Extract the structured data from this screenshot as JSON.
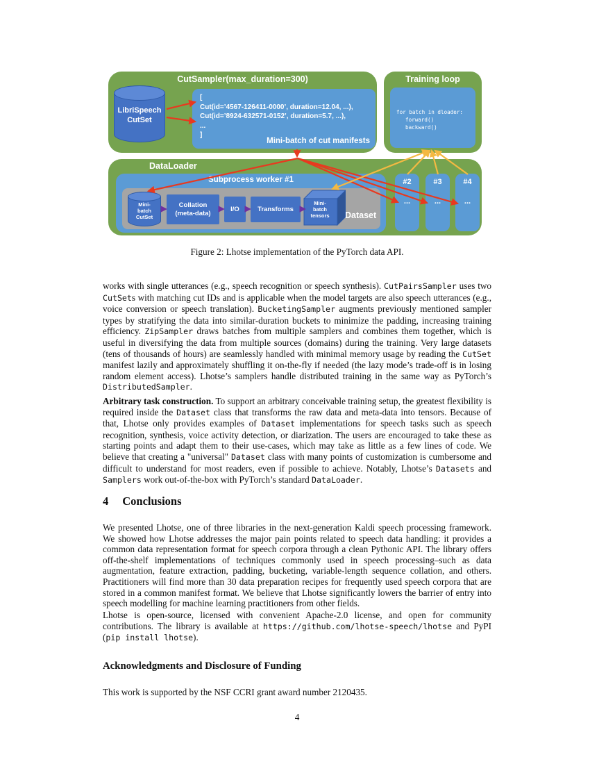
{
  "figure": {
    "caption": "Figure 2: Lhotse implementation of the PyTorch data API.",
    "colors": {
      "green": "#76a34f",
      "panel_blue": "#5b9bd5",
      "box_blue": "#4472c4",
      "gray": "#a5a5a5",
      "arrow_red": "#e8391f",
      "arrow_yellow": "#f4b942",
      "arrow_purple": "#7030a0"
    },
    "cutsampler": {
      "title": "CutSampler(max_duration=300)",
      "cylinder": [
        "LibriSpeech",
        "CutSet"
      ],
      "code": [
        "[",
        "Cut(id=’4567-126411-0000’, duration=12.04, ...),",
        "Cut(id=’8924-632571-0152’, duration=5.7, ...),",
        "...",
        "]"
      ],
      "minibatch_label": "Mini-batch of cut manifests"
    },
    "training": {
      "title": "Training loop",
      "code": [
        "for batch in dloader:",
        "forward()",
        "backward()"
      ]
    },
    "dataloader": {
      "title": "DataLoader",
      "worker_title": "Subprocess worker #1",
      "dataset_label": "Dataset",
      "mini_cutset": [
        "Mini-",
        "batch",
        "CutSet"
      ],
      "collation": [
        "Collation",
        "(meta-data)"
      ],
      "io": "I/O",
      "transforms": "Transforms",
      "tensors": [
        "Mini-",
        "batch",
        "tensors"
      ],
      "workers": [
        {
          "label": "#2",
          "dots": "..."
        },
        {
          "label": "#3",
          "dots": "..."
        },
        {
          "label": "#4",
          "dots": "..."
        }
      ]
    }
  },
  "sections": {
    "conclusions": {
      "number": "4",
      "title": "Conclusions"
    },
    "acknowledgments": {
      "title": "Acknowledgments and Disclosure of Funding"
    }
  },
  "body": {
    "p1": [
      {
        "t": "works with single utterances (e.g., speech recognition or speech synthesis). "
      },
      {
        "t": "CutPairsSampler",
        "c": "code"
      },
      {
        "t": " uses two "
      },
      {
        "t": "CutSet",
        "c": "code"
      },
      {
        "t": "s with matching cut IDs and is applicable when the model targets are also speech utterances (e.g., voice conversion or speech translation). "
      },
      {
        "t": "BucketingSampler",
        "c": "code"
      },
      {
        "t": " augments previously mentioned sampler types by stratifying the data into similar-duration buckets to minimize the padding, increasing training efficiency. "
      },
      {
        "t": "ZipSampler",
        "c": "code"
      },
      {
        "t": " draws batches from multiple samplers and combines them together, which is useful in diversifying the data from multiple sources (domains) during the training.  Very large datasets (tens of thousands of hours) are seamlessly handled with minimal memory usage by reading the "
      },
      {
        "t": "CutSet",
        "c": "code"
      },
      {
        "t": " manifest lazily and approximately shuffling it on-the-fly if needed (the lazy mode’s trade-off is in losing random element access). Lhotse’s samplers handle distributed training in the same way as PyTorch’s "
      },
      {
        "t": "DistributedSampler",
        "c": "code"
      },
      {
        "t": "."
      }
    ],
    "p2": [
      {
        "t": "Arbitrary task construction.",
        "c": "bold"
      },
      {
        "t": "  To support an arbitrary conceivable training setup, the greatest flexibility is required inside the "
      },
      {
        "t": "Dataset",
        "c": "code"
      },
      {
        "t": " class that transforms the raw data and meta-data into tensors. Because of that, Lhotse only provides examples of "
      },
      {
        "t": "Dataset",
        "c": "code"
      },
      {
        "t": " implementations for speech tasks such as speech recognition, synthesis, voice activity detection, or diarization. The users are encouraged to take these as starting points and adapt them to their use-cases, which may take as little as a few lines of code.  We believe that creating a \"universal\" "
      },
      {
        "t": "Dataset",
        "c": "code"
      },
      {
        "t": " class with many points of customization is cumbersome and difficult to understand for most readers, even if possible to achieve.  Notably, Lhotse’s "
      },
      {
        "t": "Datasets",
        "c": "code"
      },
      {
        "t": " and "
      },
      {
        "t": "Samplers",
        "c": "code"
      },
      {
        "t": " work out-of-the-box with PyTorch’s standard "
      },
      {
        "t": "DataLoader",
        "c": "code"
      },
      {
        "t": "."
      }
    ],
    "p3": [
      {
        "t": "We presented Lhotse, one of three libraries in the next-generation Kaldi speech processing framework. We showed how Lhotse addresses the major pain points related to speech data handling: it provides a common data representation format for speech corpora through a clean Pythonic API. The library offers off-the-shelf implementations of techniques commonly used in speech processing–such as data augmentation, feature extraction, padding, bucketing, variable-length sequence collation, and others. Practitioners will find more than 30 data preparation recipes for frequently used speech corpora that are stored in a common manifest format. We believe that Lhotse significantly lowers the barrier of entry into speech modelling for machine learning practitioners from other fields."
      }
    ],
    "p4": [
      {
        "t": "Lhotse is open-source, licensed with convenient Apache-2.0 license, and open for community contributions.  The library is available at "
      },
      {
        "t": "https://github.com/lhotse-speech/lhotse",
        "c": "code",
        "n": "github-url",
        "i": true
      },
      {
        "t": " and PyPI ("
      },
      {
        "t": "pip install lhotse",
        "c": "code"
      },
      {
        "t": ")."
      }
    ],
    "p5": [
      {
        "t": "This work is supported by the NSF CCRI grant award number 2120435."
      }
    ]
  },
  "page_number": "4"
}
